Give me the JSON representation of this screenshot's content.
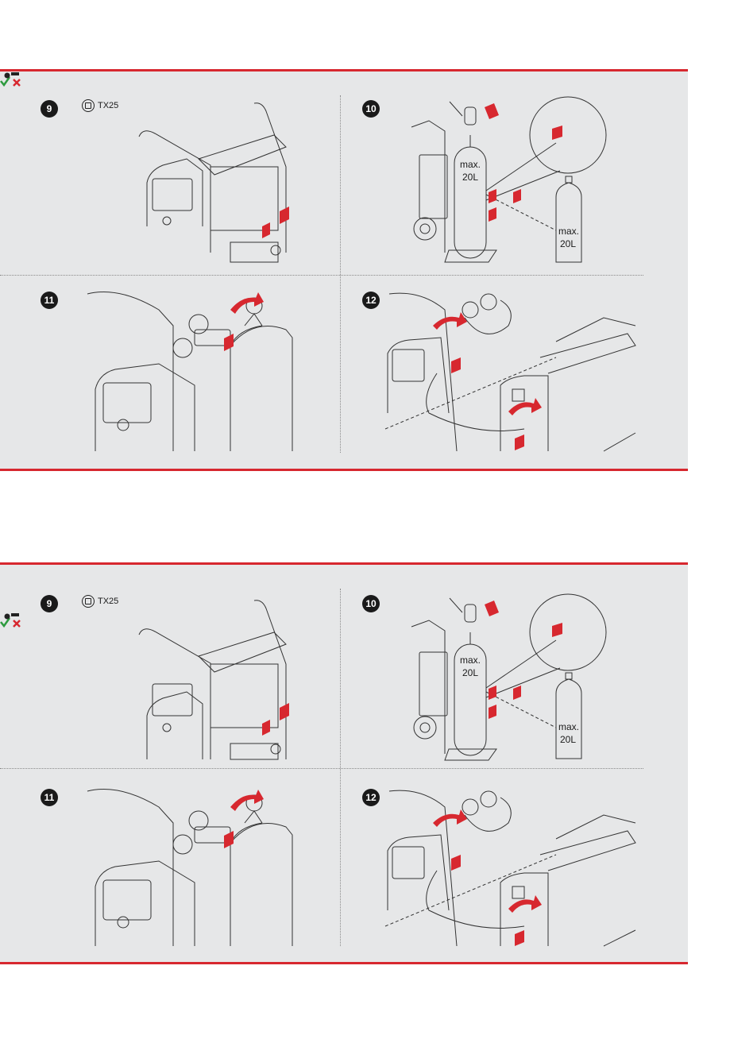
{
  "panels": [
    {
      "steps": {
        "s9": {
          "number": "9",
          "tool": "TX25"
        },
        "s10": {
          "number": "10",
          "cylinder_label": [
            "max.",
            "20L"
          ],
          "small_cylinder_label": [
            "max.",
            "20L"
          ]
        },
        "s11": {
          "number": "11"
        },
        "s12": {
          "number": "12"
        }
      }
    },
    {
      "steps": {
        "s9": {
          "number": "9",
          "tool": "TX25"
        },
        "s10": {
          "number": "10",
          "cylinder_label": [
            "max.",
            "20L"
          ],
          "small_cylinder_label": [
            "max.",
            "20L"
          ]
        },
        "s11": {
          "number": "11"
        },
        "s12": {
          "number": "12"
        }
      }
    }
  ],
  "colors": {
    "accent": "#d7282f",
    "panel_bg": "#e6e7e8",
    "ok": "#2e9b3f",
    "no": "#d7282f"
  }
}
